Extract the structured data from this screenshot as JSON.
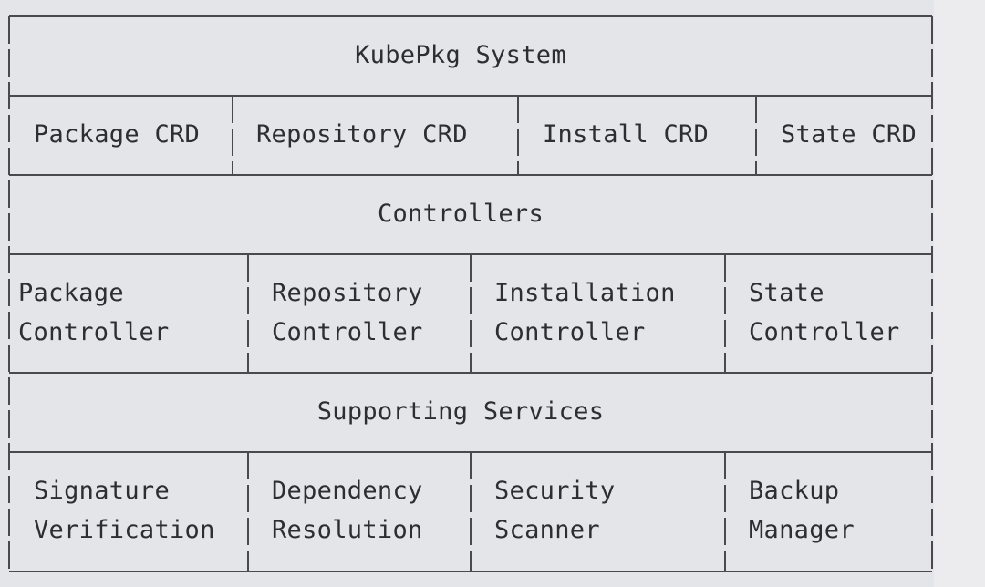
{
  "system": {
    "title": "KubePkg System",
    "crds": [
      "Package CRD",
      "Repository CRD",
      "Install CRD",
      "State CRD"
    ]
  },
  "controllers": {
    "title": "Controllers",
    "items": [
      {
        "line1": "Package",
        "line2": "Controller"
      },
      {
        "line1": "Repository",
        "line2": "Controller"
      },
      {
        "line1": "Installation",
        "line2": "Controller"
      },
      {
        "line1": "State",
        "line2": "Controller"
      }
    ]
  },
  "services": {
    "title": "Supporting Services",
    "items": [
      {
        "line1": "Signature",
        "line2": "Verification"
      },
      {
        "line1": "Dependency",
        "line2": "Resolution"
      },
      {
        "line1": "Security",
        "line2": "Scanner"
      },
      {
        "line1": "Backup",
        "line2": "Manager"
      }
    ]
  }
}
